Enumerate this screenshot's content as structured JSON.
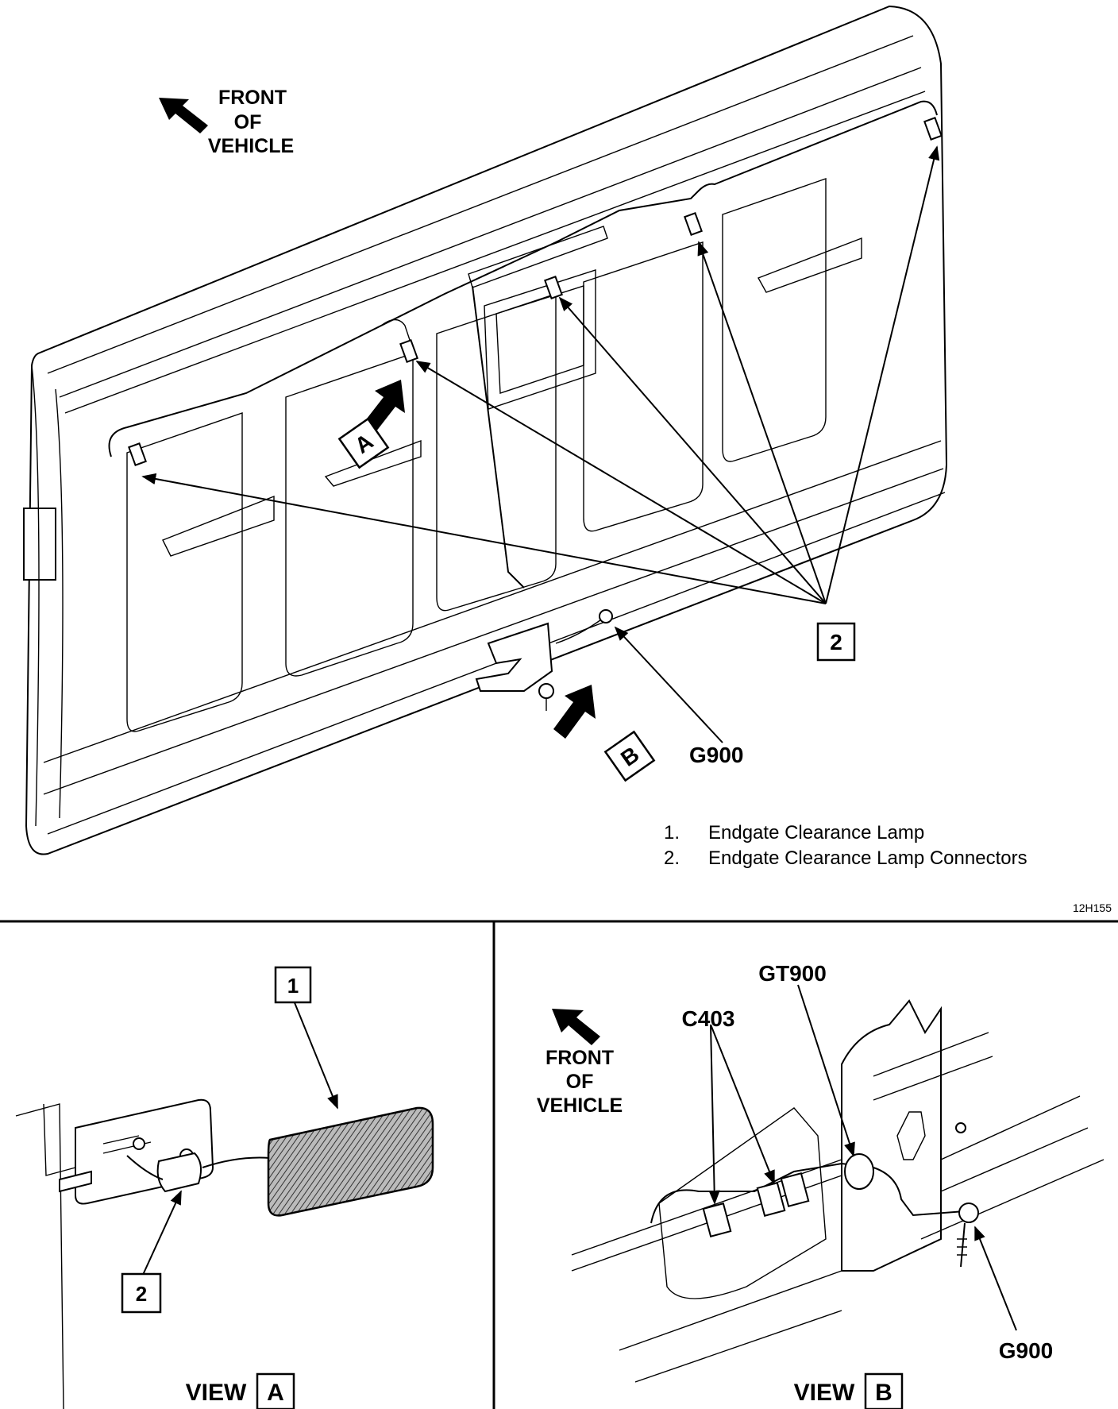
{
  "main_view": {
    "direction": {
      "line1": "FRONT",
      "line2": "OF",
      "line3": "VEHICLE"
    },
    "callout_2": "2",
    "view_a_marker": "A",
    "view_b_marker": "B",
    "ground_label": "G900",
    "legend": [
      {
        "num": "1.",
        "text": "Endgate Clearance Lamp"
      },
      {
        "num": "2.",
        "text": "Endgate Clearance Lamp Connectors"
      }
    ],
    "figure_id": "12H155"
  },
  "view_a": {
    "callout_1": "1",
    "callout_2": "2",
    "title": "VIEW",
    "letter": "A"
  },
  "view_b": {
    "direction": {
      "line1": "FRONT",
      "line2": "OF",
      "line3": "VEHICLE"
    },
    "connector_label": "C403",
    "harness_label": "GT900",
    "ground_label": "G900",
    "title": "VIEW",
    "letter": "B"
  },
  "icons": {
    "direction_arrow": "arrow-up-left-icon",
    "view_arrow": "view-direction-arrow-icon"
  }
}
